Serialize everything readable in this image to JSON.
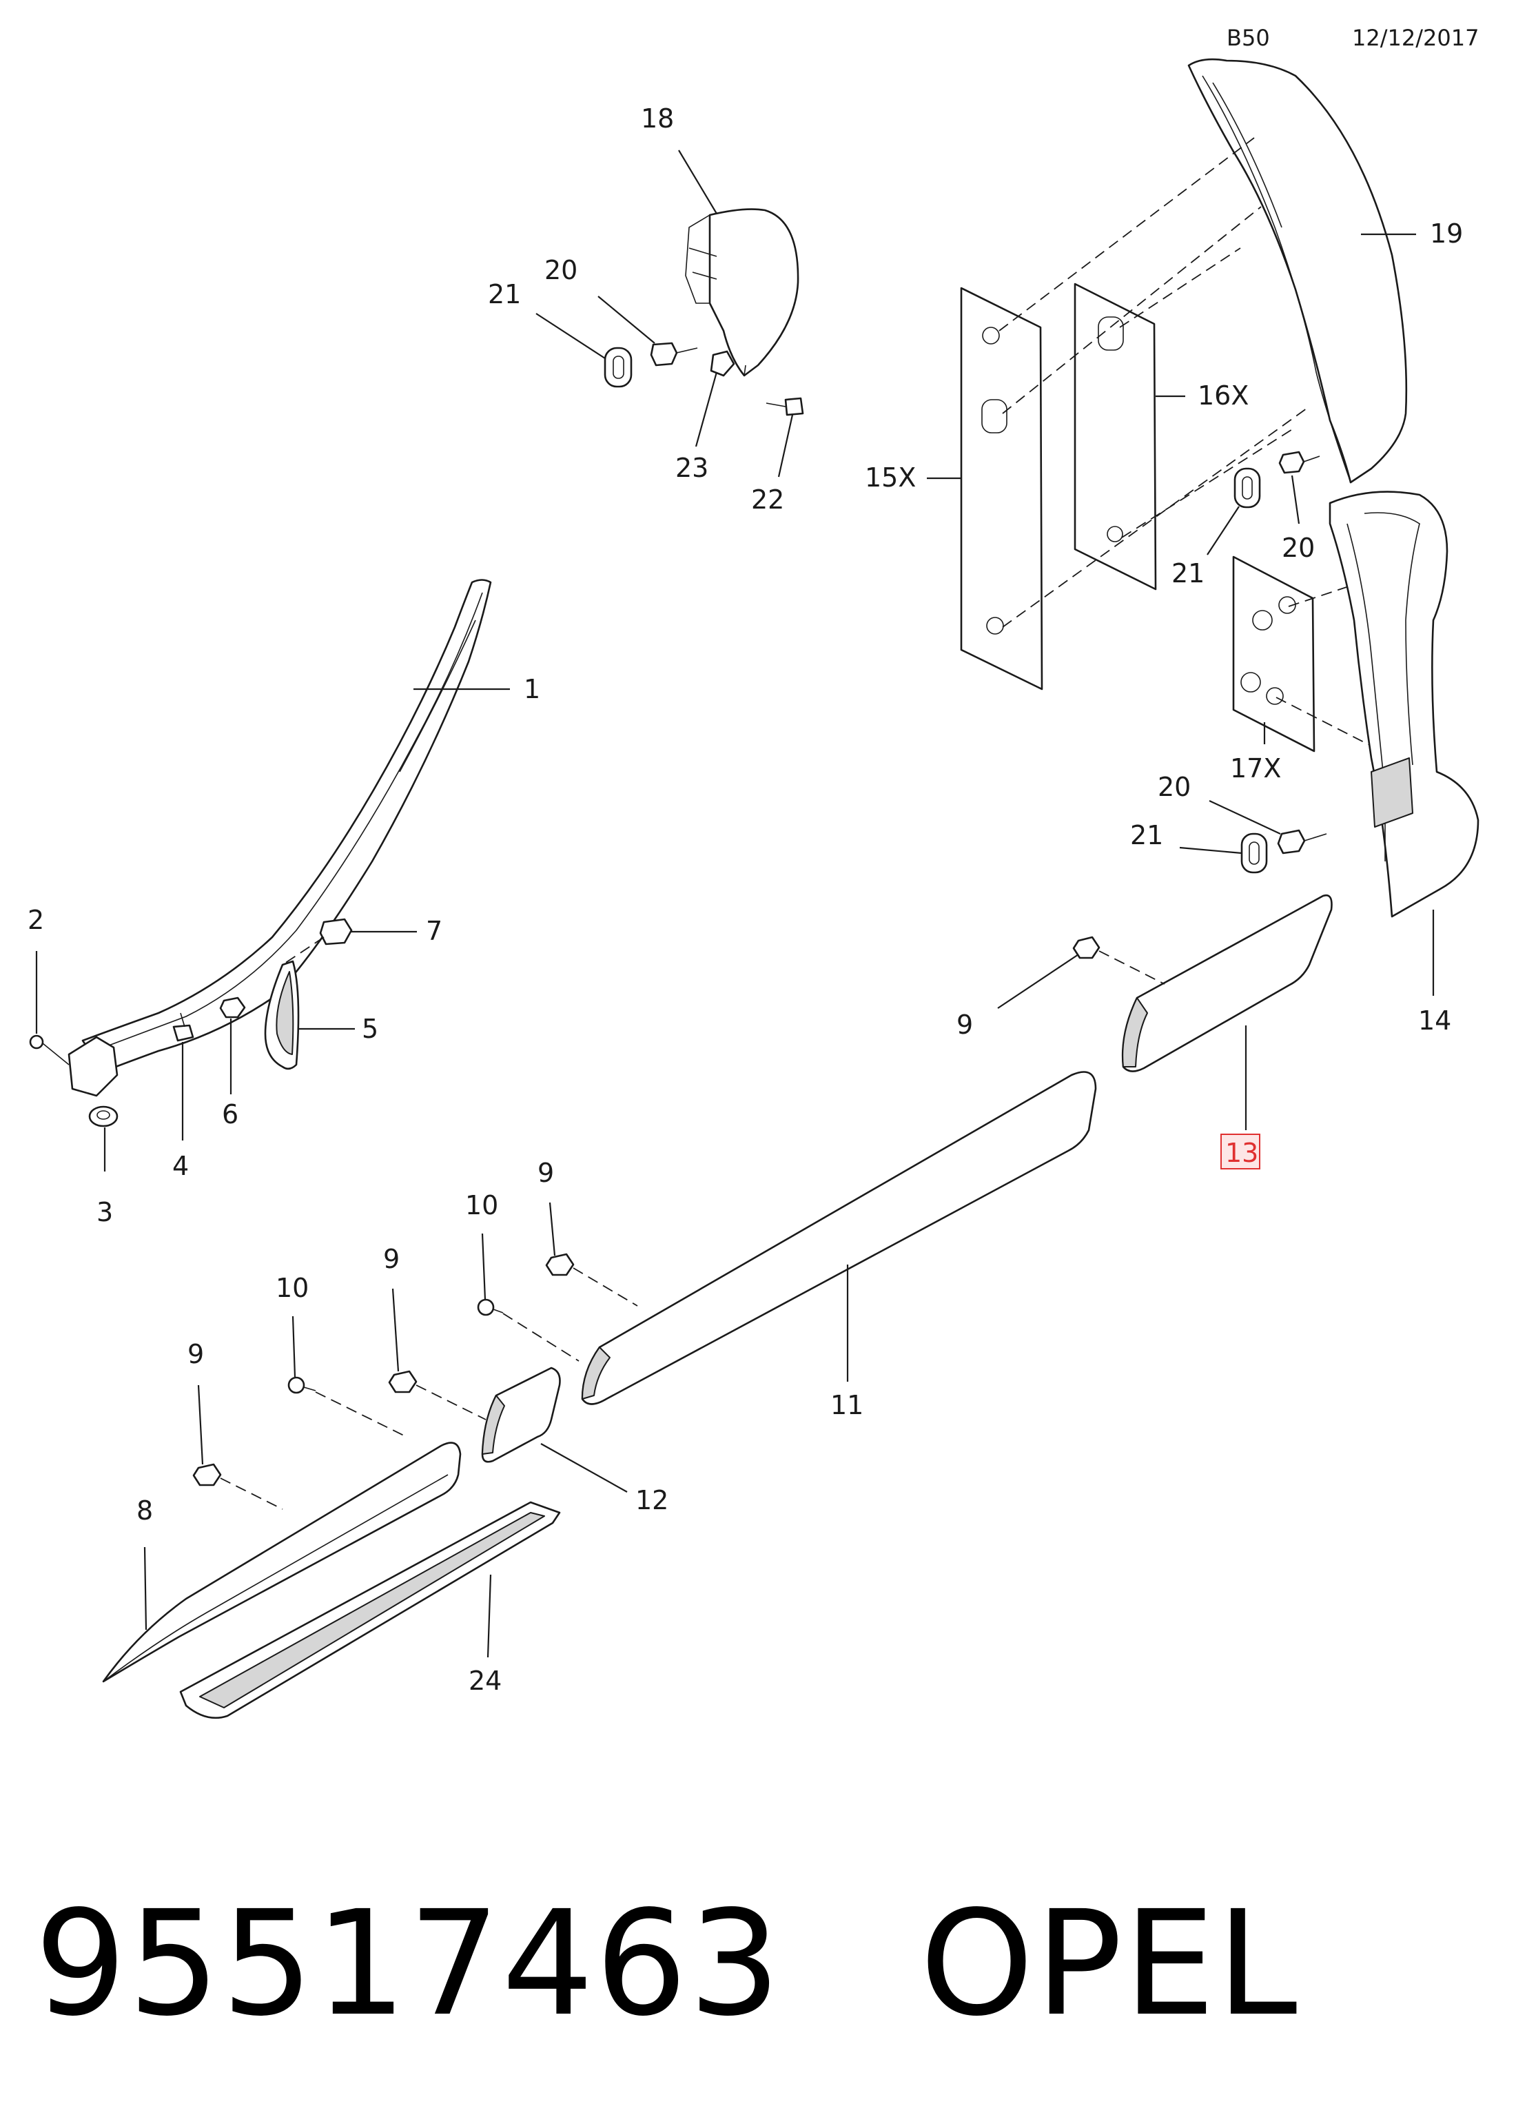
{
  "header": {
    "code": "B50",
    "date": "12/12/2017"
  },
  "callouts": {
    "c1": "1",
    "c2": "2",
    "c3": "3",
    "c4": "4",
    "c5": "5",
    "c6": "6",
    "c7": "7",
    "c8": "8",
    "c9a": "9",
    "c9b": "9",
    "c9c": "9",
    "c9d": "9",
    "c10a": "10",
    "c10b": "10",
    "c11": "11",
    "c12": "12",
    "c13": "13",
    "c14": "14",
    "c15": "15X",
    "c16": "16X",
    "c17": "17X",
    "c18": "18",
    "c19": "19",
    "c20a": "20",
    "c20b": "20",
    "c20c": "20",
    "c21a": "21",
    "c21b": "21",
    "c21c": "21",
    "c22": "22",
    "c23": "23",
    "c24": "24"
  },
  "highlight_color": "#e03030",
  "footer": {
    "part_number": "95517463",
    "brand": "OPEL"
  }
}
